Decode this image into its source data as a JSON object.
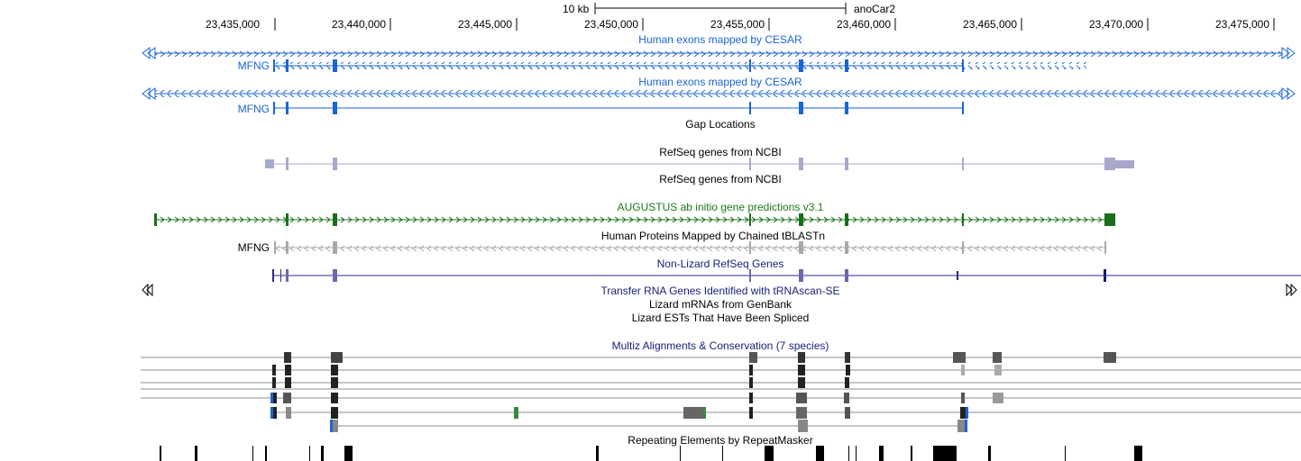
{
  "ruler": {
    "scale_label": "10 kb",
    "assembly": "anoCar2",
    "ticks": [
      "23,435,000",
      "23,440,000",
      "23,445,000",
      "23,450,000",
      "23,455,000",
      "23,460,000",
      "23,465,000",
      "23,470,000",
      "23,475,000"
    ]
  },
  "tracks": {
    "cesar_1": {
      "title": "Human exons mapped by CESAR",
      "gene": "MFNG"
    },
    "cesar_2": {
      "title": "Human exons mapped by CESAR",
      "gene": "MFNG"
    },
    "gap": {
      "title": "Gap Locations"
    },
    "refseq_1": {
      "title": "RefSeq genes from NCBI"
    },
    "refseq_2": {
      "title": "RefSeq genes from NCBI"
    },
    "augustus": {
      "title": "AUGUSTUS ab initio gene predictions v3.1"
    },
    "tblastn": {
      "title": "Human Proteins Mapped by Chained tBLASTn",
      "gene": "MFNG"
    },
    "nonlizard": {
      "title": "Non-Lizard RefSeq Genes"
    },
    "trna": {
      "title": "Transfer RNA Genes Identified with tRNAscan-SE"
    },
    "mrna": {
      "title": "Lizard mRNAs from GenBank"
    },
    "est": {
      "title": "Lizard ESTs That Have Been Spliced"
    },
    "multiz": {
      "title": "Multiz Alignments & Conservation (7 species)"
    },
    "rmsk": {
      "title": "Repeating Elements by RepeatMasker"
    }
  },
  "colors": {
    "cesar": "#1a64d6",
    "refseq": "#a8a8cc",
    "augustus": "#1a6e1a",
    "tblastn": "#a8a8a8",
    "nonlizard": "#2a2a8a",
    "multiz": "#141e78",
    "rmsk": "#000000"
  }
}
